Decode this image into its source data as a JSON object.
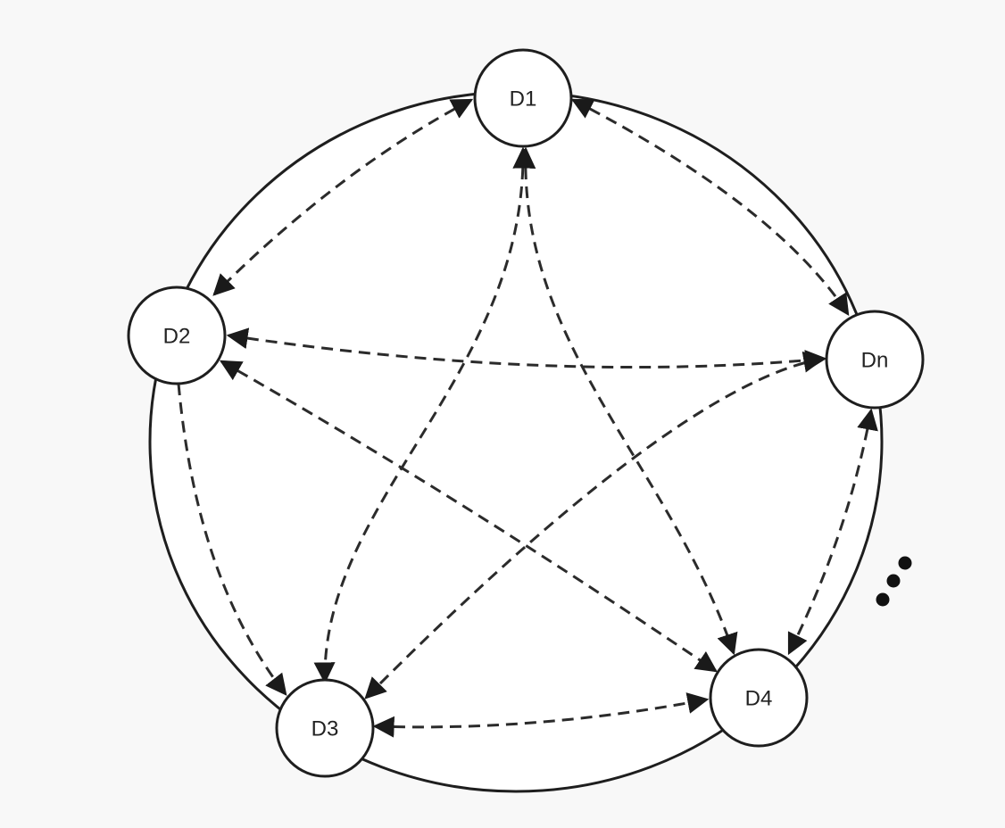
{
  "diagram": {
    "nodes": [
      {
        "id": "d1",
        "label": "D1"
      },
      {
        "id": "d2",
        "label": "D2"
      },
      {
        "id": "dn",
        "label": "Dn"
      },
      {
        "id": "d3",
        "label": "D3"
      },
      {
        "id": "d4",
        "label": "D4"
      }
    ],
    "edges": [
      {
        "from": "D1",
        "to": "D2",
        "style": "dashed",
        "direction": "both"
      },
      {
        "from": "D1",
        "to": "Dn",
        "style": "dashed",
        "direction": "both"
      },
      {
        "from": "D1",
        "to": "D3",
        "style": "dashed",
        "direction": "both"
      },
      {
        "from": "D1",
        "to": "D4",
        "style": "dashed",
        "direction": "both"
      },
      {
        "from": "D2",
        "to": "Dn",
        "style": "dashed",
        "direction": "both"
      },
      {
        "from": "D2",
        "to": "D3",
        "style": "dashed",
        "direction": "forward"
      },
      {
        "from": "D2",
        "to": "D4",
        "style": "dashed",
        "direction": "both"
      },
      {
        "from": "Dn",
        "to": "D3",
        "style": "dashed",
        "direction": "both"
      },
      {
        "from": "Dn",
        "to": "D4",
        "style": "dashed",
        "direction": "both"
      },
      {
        "from": "D3",
        "to": "D4",
        "style": "dashed",
        "direction": "both"
      }
    ],
    "ellipsis_icon": "three-dots-ellipsis",
    "colors": {
      "stroke": "#1e1e1e",
      "edge": "#2b2b2b",
      "node_fill": "#ffffff",
      "background": "#f8f8f8"
    }
  }
}
